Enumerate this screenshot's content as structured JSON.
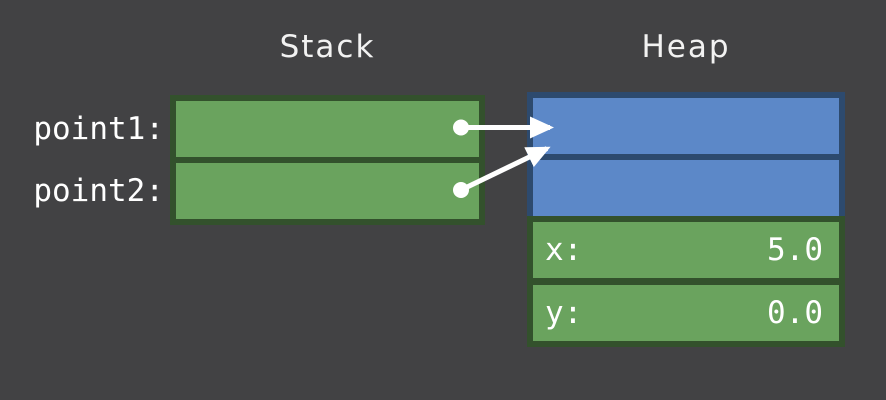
{
  "titles": {
    "stack": "Stack",
    "heap": "Heap"
  },
  "stack": {
    "rows": [
      {
        "label": "point1:"
      },
      {
        "label": "point2:"
      }
    ]
  },
  "heap": {
    "pointer_rows": 2,
    "fields": [
      {
        "name": "x:",
        "value": "5.0"
      },
      {
        "name": "y:",
        "value": "0.0"
      }
    ]
  },
  "arrows": [
    {
      "name": "point1-to-heap-arrow",
      "from": "point1",
      "to": "heap-object"
    },
    {
      "name": "point2-to-heap-arrow",
      "from": "point2",
      "to": "heap-object"
    }
  ],
  "colors": {
    "background": "#424244",
    "green": "#6aa35e",
    "green_dark": "#33512c",
    "blue": "#5c88c8",
    "blue_dark": "#2d4a6e",
    "text": "#f2f2f2",
    "arrow": "#ffffff"
  }
}
